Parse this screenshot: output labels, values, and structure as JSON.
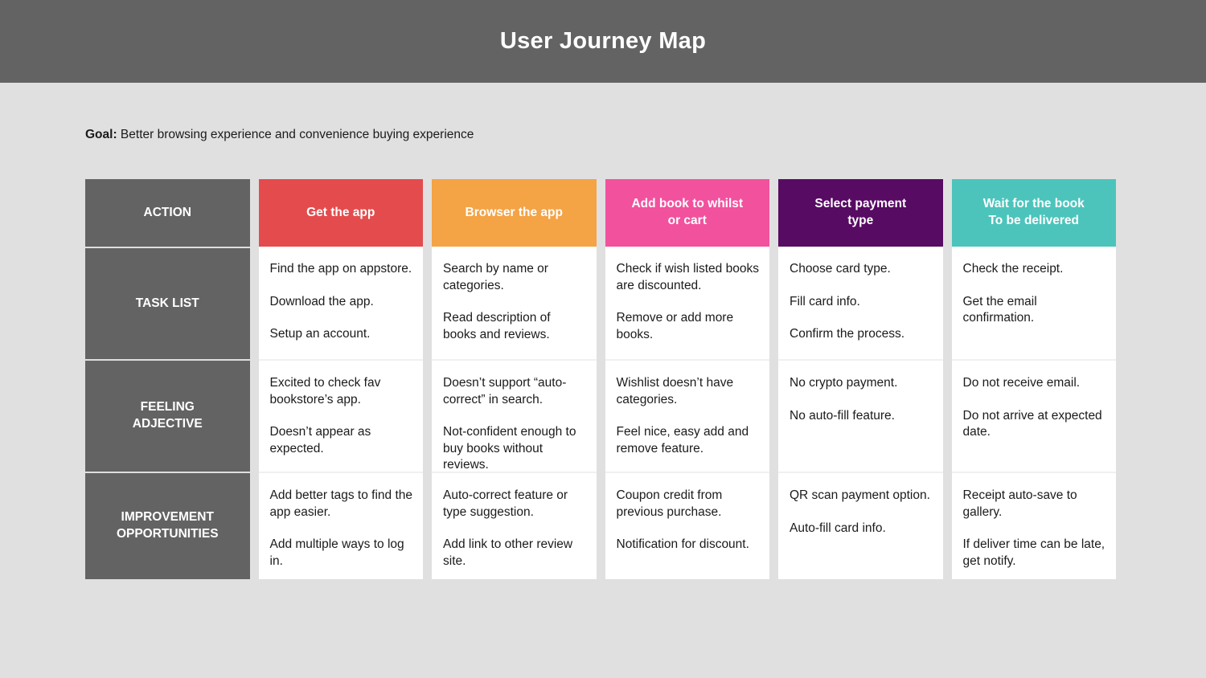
{
  "banner": {
    "title": "User Journey Map",
    "bg": "#636363"
  },
  "goal": {
    "label": "Goal:",
    "text": " Better browsing experience and convenience buying experience"
  },
  "row_labels": {
    "action": "ACTION",
    "task_list": "TASK LIST",
    "feeling": "FEELING\nADJECTIVE",
    "improvement": "IMPROVEMENT\nOPPORTUNITIES"
  },
  "colors": {
    "gray": "#636363",
    "red": "#e44b4d",
    "orange": "#f4a345",
    "pink": "#f2519e",
    "purple": "#570b63",
    "teal": "#4cc4bc",
    "background": "#e0e0e0"
  },
  "columns": [
    {
      "action": "Get the app",
      "color": "#e44b4d",
      "tasks": [
        "Find the app on appstore.",
        "Download the app.",
        "Setup an account."
      ],
      "feelings": [
        "Excited to check fav bookstore’s app.",
        "Doesn’t appear as expected."
      ],
      "improvements": [
        "Add better tags to find the app easier.",
        "Add multiple ways to log in."
      ]
    },
    {
      "action": "Browser the app",
      "color": "#f4a345",
      "tasks": [
        "Search by name or categories.",
        "Read description of books and reviews."
      ],
      "feelings": [
        "Doesn’t support “auto-correct” in search.",
        "Not-confident enough to buy books without reviews."
      ],
      "improvements": [
        "Auto-correct feature or type suggestion.",
        "Add link to other review site."
      ]
    },
    {
      "action": "Add book to whilst\nor cart",
      "color": "#f2519e",
      "tasks": [
        "Check if wish listed books are discounted.",
        "Remove or add more books."
      ],
      "feelings": [
        "Wishlist doesn’t have categories.",
        "Feel nice, easy add and remove feature."
      ],
      "improvements": [
        "Coupon credit from previous purchase.",
        "Notification for discount."
      ]
    },
    {
      "action": "Select payment\ntype",
      "color": "#570b63",
      "tasks": [
        "Choose card type.",
        "Fill card info.",
        "Confirm the process."
      ],
      "feelings": [
        "No crypto payment.",
        "No auto-fill feature."
      ],
      "improvements": [
        "QR scan payment option.",
        "Auto-fill card info."
      ]
    },
    {
      "action": "Wait for the book\nTo be delivered",
      "color": "#4cc4bc",
      "tasks": [
        "Check the receipt.",
        "Get the email confirmation."
      ],
      "feelings": [
        "Do not receive email.",
        "Do not arrive at expected date."
      ],
      "improvements": [
        "Receipt auto-save to gallery.",
        "If deliver time can be late, get notify."
      ]
    }
  ]
}
